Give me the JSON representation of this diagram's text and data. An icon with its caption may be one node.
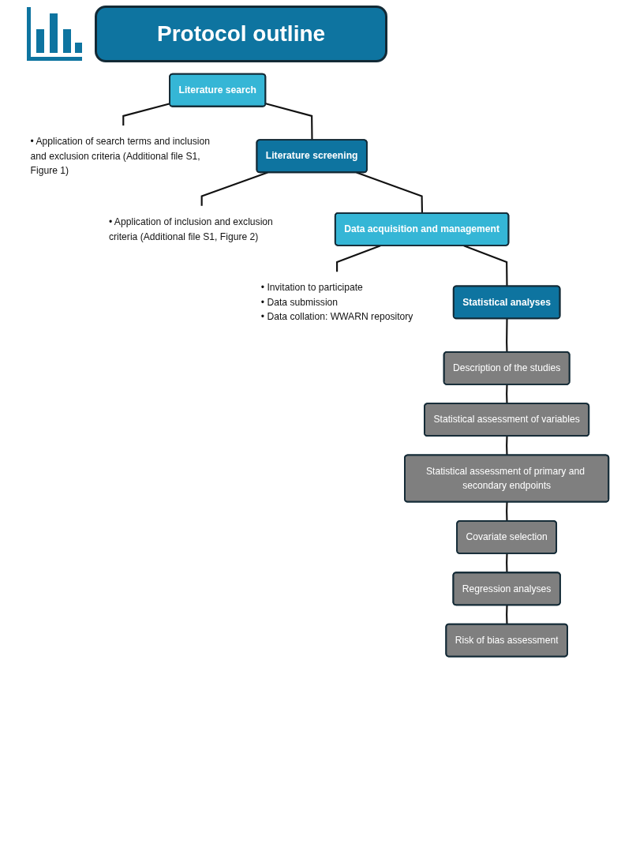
{
  "diagram": {
    "title": "Protocol outline",
    "nodes": [
      {
        "text": [
          "Literature search"
        ]
      },
      {
        "text": [
          "• Application of search terms and inclusion and exclusion criteria (Additional file S1, Figure 1)"
        ]
      },
      {
        "text": [
          "Literature screening"
        ]
      },
      {
        "text": [
          "• Application of inclusion and exclusion criteria (Additional file S1, Figure 2)"
        ]
      },
      {
        "text": [
          "Data acquisition and management"
        ]
      },
      {
        "text": [
          "• Invitation to participate",
          "• Data submission",
          "• Data collation: WWARN repository"
        ]
      },
      {
        "text": [
          "Statistical analyses"
        ]
      },
      {
        "text": [
          "Description of the studies"
        ]
      },
      {
        "text": [
          "Statistical assessment of variables"
        ]
      },
      {
        "text": [
          "Statistical assessment of primary and secondary endpoints"
        ]
      },
      {
        "text": [
          "Covariate selection"
        ]
      },
      {
        "text": [
          "Regression analyses"
        ]
      },
      {
        "text": [
          "Risk of bias assessment"
        ]
      }
    ],
    "edges": [
      {
        "from": 0,
        "to": 1,
        "arrow": "none"
      },
      {
        "from": 0,
        "to": 2,
        "arrow": "none"
      },
      {
        "from": 2,
        "to": 3,
        "arrow": "none"
      },
      {
        "from": 2,
        "to": 4,
        "arrow": "none"
      },
      {
        "from": 4,
        "to": 5,
        "arrow": "none"
      },
      {
        "from": 4,
        "to": 6,
        "arrow": "none"
      },
      {
        "from": 6,
        "to": 7,
        "arrow": "none"
      },
      {
        "from": 7,
        "to": 8,
        "arrow": "none"
      },
      {
        "from": 8,
        "to": 9,
        "arrow": "none"
      },
      {
        "from": 9,
        "to": 10,
        "arrow": "none"
      },
      {
        "from": 10,
        "to": 11,
        "arrow": "none"
      },
      {
        "from": 11,
        "to": 12,
        "arrow": "none"
      }
    ]
  }
}
